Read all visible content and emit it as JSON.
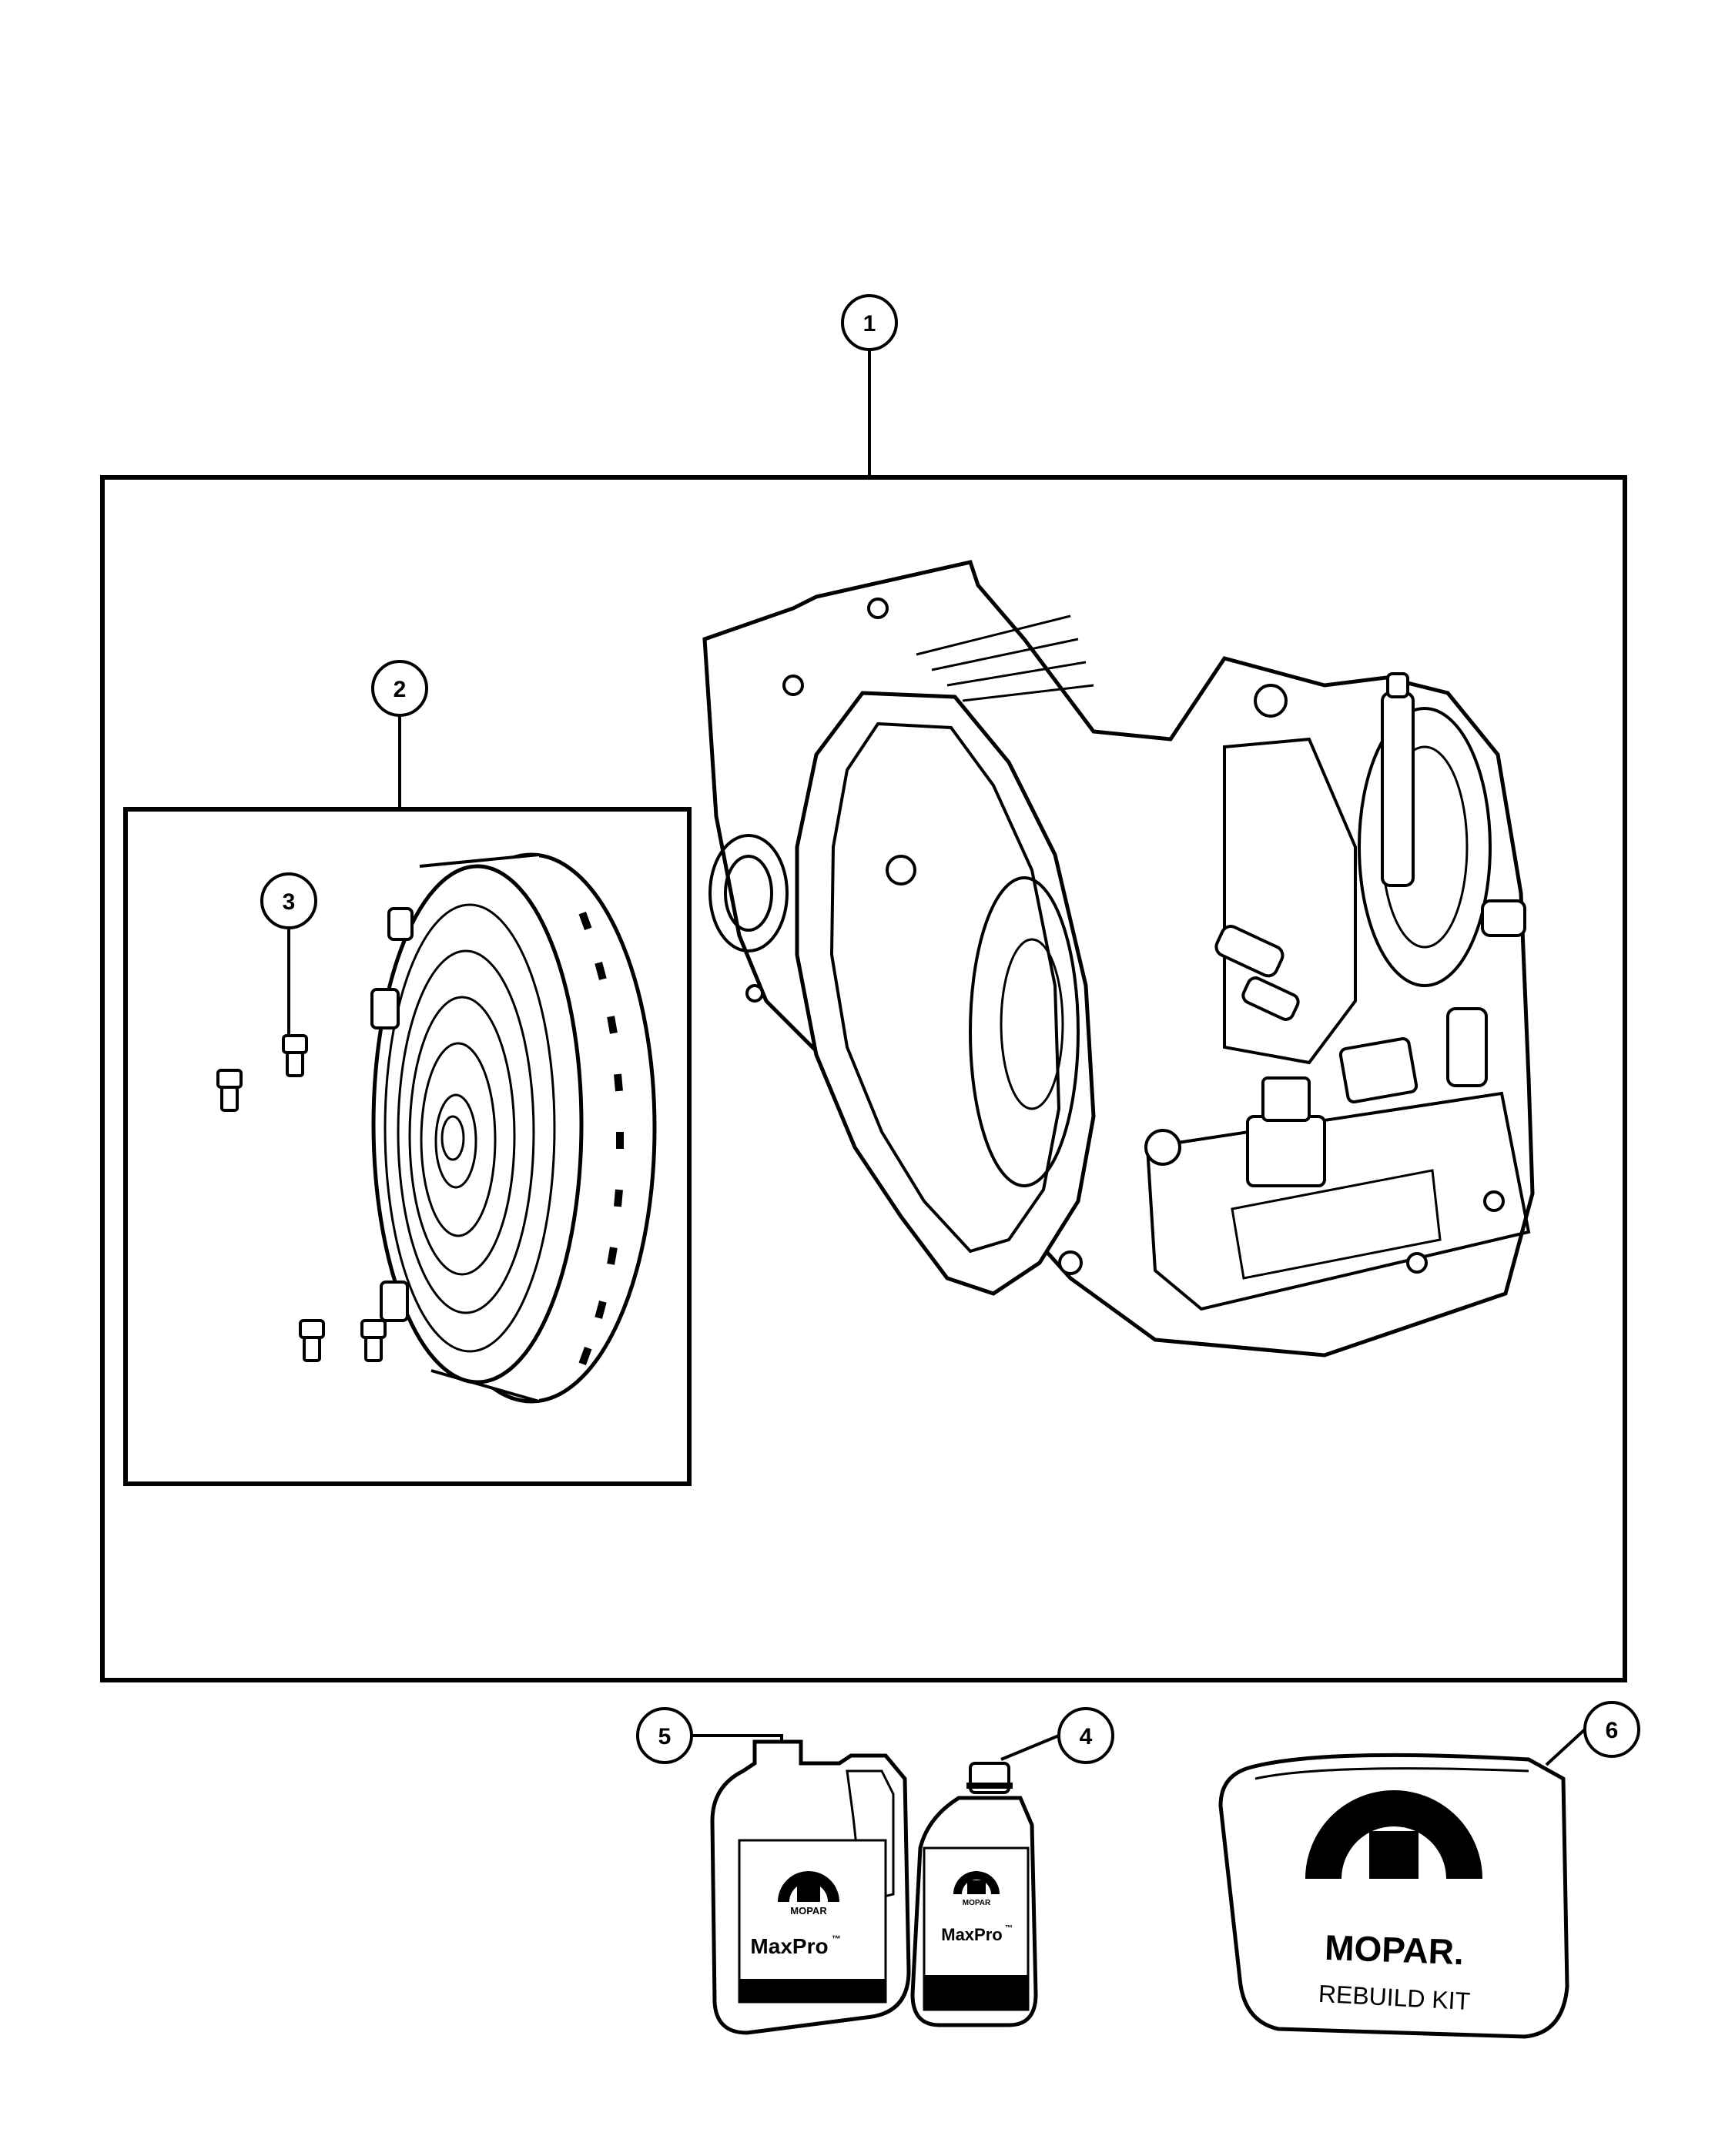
{
  "callouts": [
    "1",
    "2",
    "3",
    "4",
    "5",
    "6"
  ],
  "products": {
    "fluid_brand": "MaxPro",
    "trademark": "™",
    "logo_brand": "MOPAR",
    "rebuild_brand": "MOPAR.",
    "rebuild_label": "REBUILD KIT"
  }
}
